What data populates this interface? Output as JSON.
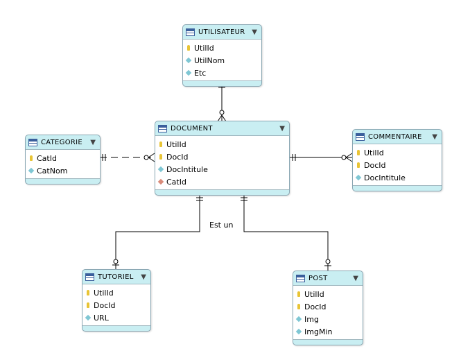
{
  "entities": {
    "utilisateur": {
      "title": "UTILISATEUR",
      "fields": [
        {
          "name": "UtilId",
          "kind": "key"
        },
        {
          "name": "UtilNom",
          "kind": "attr"
        },
        {
          "name": "Etc",
          "kind": "attr"
        }
      ]
    },
    "categorie": {
      "title": "CATEGORIE",
      "fields": [
        {
          "name": "CatId",
          "kind": "key"
        },
        {
          "name": "CatNom",
          "kind": "attr"
        }
      ]
    },
    "document": {
      "title": "DOCUMENT",
      "fields": [
        {
          "name": "UtilId",
          "kind": "key"
        },
        {
          "name": "DocId",
          "kind": "key"
        },
        {
          "name": "DocIntitule",
          "kind": "attr"
        },
        {
          "name": "CatId",
          "kind": "fk"
        }
      ]
    },
    "commentaire": {
      "title": "COMMENTAIRE",
      "fields": [
        {
          "name": "UtilId",
          "kind": "key"
        },
        {
          "name": "DocId",
          "kind": "key"
        },
        {
          "name": "DocIntitule",
          "kind": "attr"
        }
      ]
    },
    "tutoriel": {
      "title": "TUTORIEL",
      "fields": [
        {
          "name": "UtilId",
          "kind": "key"
        },
        {
          "name": "DocId",
          "kind": "key"
        },
        {
          "name": "URL",
          "kind": "attr"
        }
      ]
    },
    "post": {
      "title": "POST",
      "fields": [
        {
          "name": "UtilId",
          "kind": "key"
        },
        {
          "name": "DocId",
          "kind": "key"
        },
        {
          "name": "Img",
          "kind": "attr"
        },
        {
          "name": "ImgMin",
          "kind": "attr"
        }
      ]
    }
  },
  "labels": {
    "inheritance": "Est un"
  },
  "icons": {
    "key": "key-icon",
    "attribute": "attribute-icon",
    "foreign_key": "foreign-key-icon",
    "table": "table-icon",
    "dropdown": "dropdown-arrow-icon"
  },
  "colors": {
    "header": "#c9eef2",
    "border": "#8aa7b3",
    "key": "#e8c435",
    "attribute": "#7fc7d4",
    "foreign_key": "#d98b7a"
  }
}
